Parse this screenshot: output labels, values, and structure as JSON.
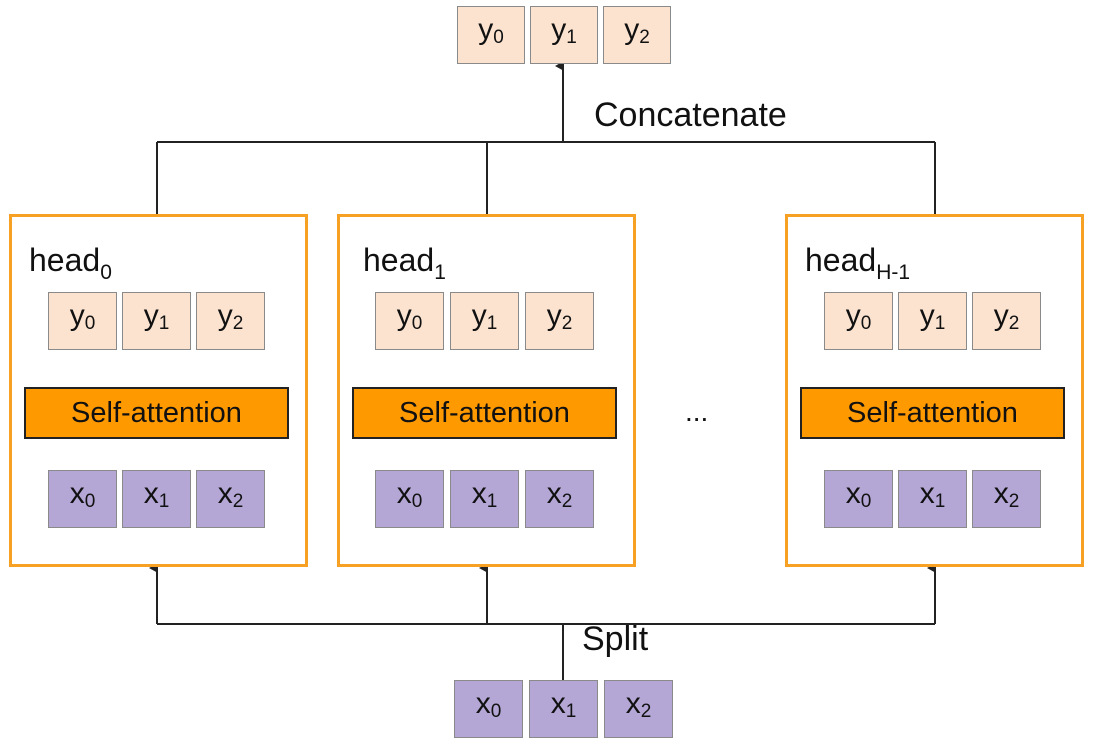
{
  "concat_label": "Concatenate",
  "split_label": "Split",
  "ellipsis": "...",
  "output_tokens": [
    {
      "base": "y",
      "sub": "0"
    },
    {
      "base": "y",
      "sub": "1"
    },
    {
      "base": "y",
      "sub": "2"
    }
  ],
  "input_tokens": [
    {
      "base": "x",
      "sub": "0"
    },
    {
      "base": "x",
      "sub": "1"
    },
    {
      "base": "x",
      "sub": "2"
    }
  ],
  "heads": [
    {
      "label": "head",
      "label_sub": "0",
      "block_label": "Self-attention",
      "outputs": [
        {
          "base": "y",
          "sub": "0"
        },
        {
          "base": "y",
          "sub": "1"
        },
        {
          "base": "y",
          "sub": "2"
        }
      ],
      "inputs": [
        {
          "base": "x",
          "sub": "0"
        },
        {
          "base": "x",
          "sub": "1"
        },
        {
          "base": "x",
          "sub": "2"
        }
      ]
    },
    {
      "label": "head",
      "label_sub": "1",
      "block_label": "Self-attention",
      "outputs": [
        {
          "base": "y",
          "sub": "0"
        },
        {
          "base": "y",
          "sub": "1"
        },
        {
          "base": "y",
          "sub": "2"
        }
      ],
      "inputs": [
        {
          "base": "x",
          "sub": "0"
        },
        {
          "base": "x",
          "sub": "1"
        },
        {
          "base": "x",
          "sub": "2"
        }
      ]
    },
    {
      "label": "head",
      "label_sub": "H-1",
      "block_label": "Self-attention",
      "outputs": [
        {
          "base": "y",
          "sub": "0"
        },
        {
          "base": "y",
          "sub": "1"
        },
        {
          "base": "y",
          "sub": "2"
        }
      ],
      "inputs": [
        {
          "base": "x",
          "sub": "0"
        },
        {
          "base": "x",
          "sub": "1"
        },
        {
          "base": "x",
          "sub": "2"
        }
      ]
    }
  ],
  "colors": {
    "head_border": "#f6a123",
    "attention_fill": "#ff9900",
    "output_fill": "#fbe3d0",
    "input_fill": "#b4a7d6",
    "line": "#222222"
  }
}
